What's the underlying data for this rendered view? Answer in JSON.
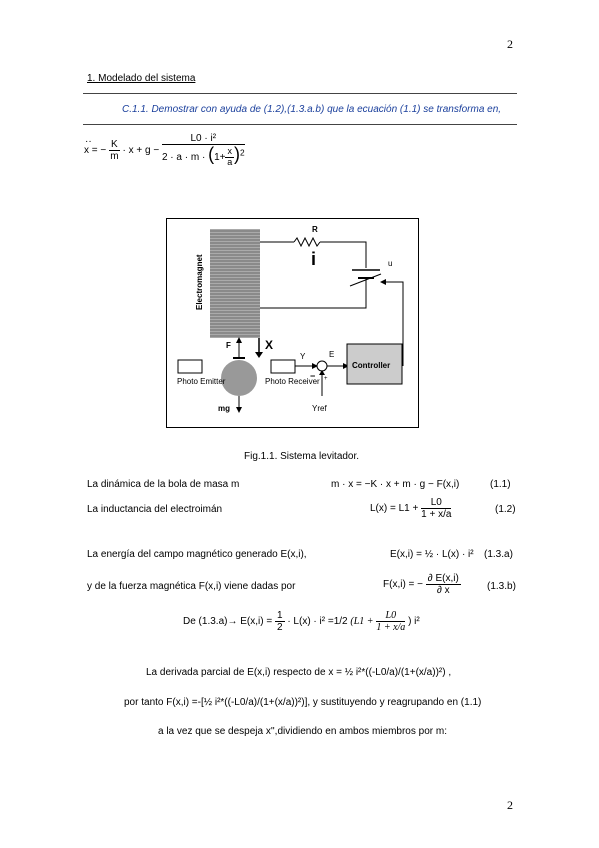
{
  "page_number": "2",
  "section_title": "1. Modelado del sistema",
  "subtitle": "C.1.1. Demostrar con ayuda de (1.2),(1.3.a.b) que la ecuación (1.1) se transforma en,",
  "main_eq": {
    "lhs": "x =",
    "k_num": "K",
    "k_den": "m",
    "mid": "· x + g −",
    "num": "L0 · i²",
    "den_a": "2 · a · m ·",
    "den_paren_num": "x",
    "den_paren_den": "a",
    "den_paren_pre": "1+",
    "den_exp": "2"
  },
  "figure": {
    "labels": {
      "r": "R",
      "i": "i",
      "u": "u",
      "electromagnet": "Electromagnet",
      "x": "X",
      "f": "F",
      "y": "Y",
      "e": "E",
      "minus": "−",
      "plus": "+",
      "controller": "Controller",
      "photo_emitter": "Photo Emitter",
      "photo_receiver": "Photo Receiver",
      "mg": "mg",
      "yref": "Yref"
    },
    "caption": "Fig.1.1. Sistema levitador."
  },
  "equations": [
    {
      "label": "La dinámica de la bola de masa m",
      "formula": "m · x = −K · x + m · g − F(x,i)",
      "number": "(1.1)"
    },
    {
      "label": "La inductancia del electroimán",
      "formula_pre": "L(x) = L1 +",
      "frac_num": "L0",
      "frac_den": "1 + x/a",
      "number": "(1.2)"
    },
    {
      "label": "La energía del campo magnético generado E(x,i),",
      "formula": "E(x,i) = ½ · L(x) · i²",
      "number": "(1.3.a)"
    },
    {
      "label": "y de la fuerza magnética F(x,i) viene dadas por",
      "formula_pre": "F(x,i) = −",
      "frac_num": "∂ E(x,i)",
      "frac_den": "∂ x",
      "number": "(1.3.b)"
    }
  ],
  "derivation": {
    "line1_pre": "De (1.3.a)→ E(x,i) =",
    "line1_mid": "· L(x) · i² =1/2",
    "line1_l1": "(L1 +",
    "line1_fnum": "L0",
    "line1_fden": "1 + x/a",
    "line1_end": ") i²",
    "line2": "La derivada parcial de E(x,i) respecto de x = ½ i²*((-L0/a)/(1+(x/a))²) ,",
    "line3": "por tanto F(x,i) =-[½ i²*((-L0/a)/(1+(x/a))²)], y sustituyendo y reagrupando en (1.1)",
    "line4": "a la vez que se despeja x'',dividiendo en ambos miembros por m:"
  }
}
